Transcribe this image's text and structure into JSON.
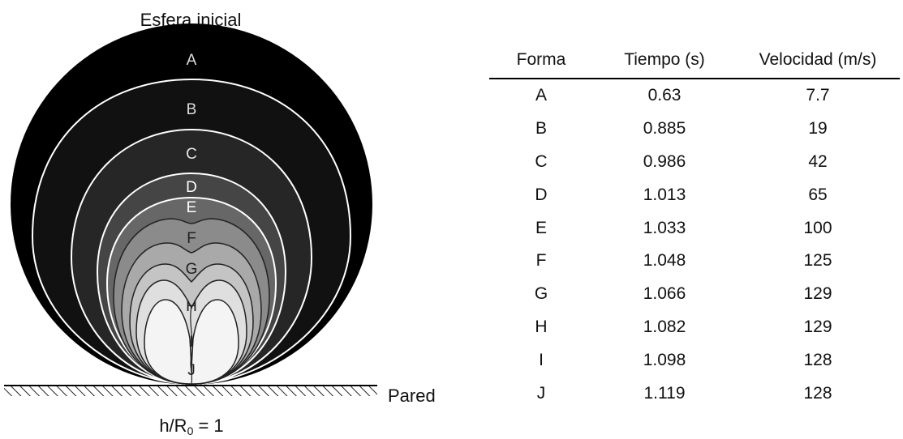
{
  "diagram": {
    "title": "Esfera inicial",
    "wall_label": "Pared",
    "ratio_label": {
      "prefix": "h/R",
      "subscript": "0",
      "suffix": " = 1"
    },
    "shape_labels": [
      "A",
      "B",
      "C",
      "D",
      "E",
      "F",
      "G",
      "H",
      "I",
      "J"
    ],
    "colors": {
      "sphere_fill": "#000000",
      "contour_line": "#ffffff",
      "shade_levels": [
        "#000000",
        "#111111",
        "#262626",
        "#454545",
        "#676767",
        "#8b8b8b",
        "#a9a9a9",
        "#c4c4c4",
        "#dfdfdf",
        "#f4f4f4"
      ]
    }
  },
  "table": {
    "headers": [
      "Forma",
      "Tiempo (s)",
      "Velocidad (m/s)"
    ],
    "rows": [
      {
        "forma": "A",
        "tiempo": "0.63",
        "velocidad": "7.7"
      },
      {
        "forma": "B",
        "tiempo": "0.885",
        "velocidad": "19"
      },
      {
        "forma": "C",
        "tiempo": "0.986",
        "velocidad": "42"
      },
      {
        "forma": "D",
        "tiempo": "1.013",
        "velocidad": "65"
      },
      {
        "forma": "E",
        "tiempo": "1.033",
        "velocidad": "100"
      },
      {
        "forma": "F",
        "tiempo": "1.048",
        "velocidad": "125"
      },
      {
        "forma": "G",
        "tiempo": "1.066",
        "velocidad": "129"
      },
      {
        "forma": "H",
        "tiempo": "1.082",
        "velocidad": "129"
      },
      {
        "forma": "I",
        "tiempo": "1.098",
        "velocidad": "128"
      },
      {
        "forma": "J",
        "tiempo": "1.119",
        "velocidad": "128"
      }
    ]
  }
}
